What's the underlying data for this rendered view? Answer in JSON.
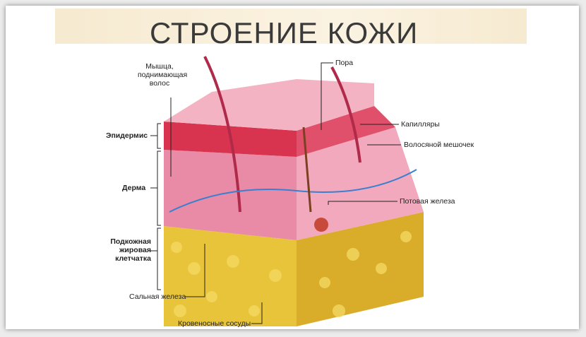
{
  "title": "СТРОЕНИЕ КОЖИ",
  "labels": {
    "muscle": [
      "Мышца,",
      "поднимающая",
      "волос"
    ],
    "epidermis": "Эпидермис",
    "dermis": "Дерма",
    "subcutaneous": [
      "Подкожная",
      "жировая",
      "клетчатка"
    ],
    "sebaceous_gland": "Сальная железа",
    "blood_vessels": "Кровеносные сосуды",
    "pore": "Пора",
    "capillaries": "Капилляры",
    "hair_follicle": "Волосяной мешочек",
    "sweat_gland": "Потовая железа"
  }
}
